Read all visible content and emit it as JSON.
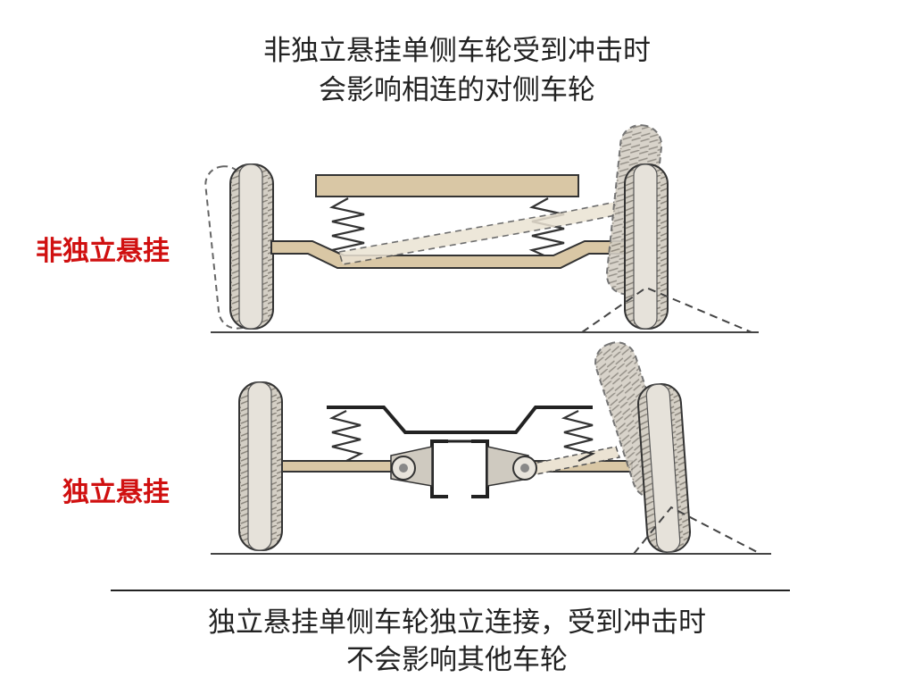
{
  "top_caption": {
    "line1": "非独立悬挂单侧车轮受到冲击时",
    "line2": "会影响相连的对侧车轮"
  },
  "labels": {
    "dependent": "非独立悬挂",
    "independent": "独立悬挂"
  },
  "bottom_caption": {
    "line1": "独立悬挂单侧车轮独立连接，受到冲击时",
    "line2": "不会影响其他车轮"
  },
  "colors": {
    "label_red": "#d01010",
    "frame_fill": "#d9c7a5",
    "wheel_fill": "#d4cfc5",
    "line": "#222222"
  }
}
